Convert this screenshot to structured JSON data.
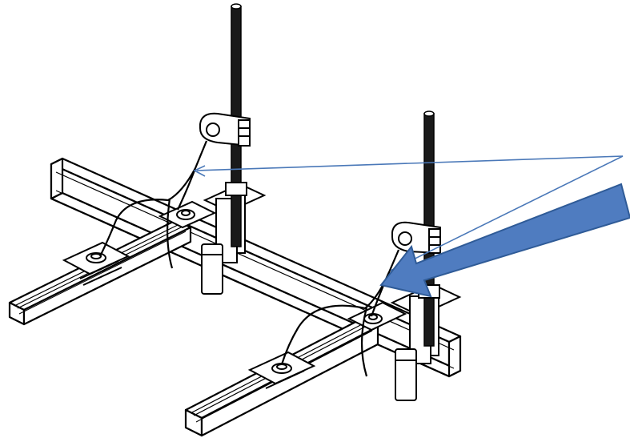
{
  "figure": {
    "background": "#ffffff",
    "line_color": "#000000",
    "rod_color": "#1a1a1a",
    "arrow_fill": "#4f7cc0",
    "arrow_stroke": "#2f5b97",
    "pointer_line_color": "#4a78b8"
  },
  "parts": {
    "threaded_rods": 2,
    "rod_clamps": 2,
    "seismic_cables": 2,
    "main_channels": 1,
    "cross_channels": 2,
    "channel_clips": 4
  },
  "icons": [
    "thick-arrow-icon",
    "callout-line-icon"
  ]
}
